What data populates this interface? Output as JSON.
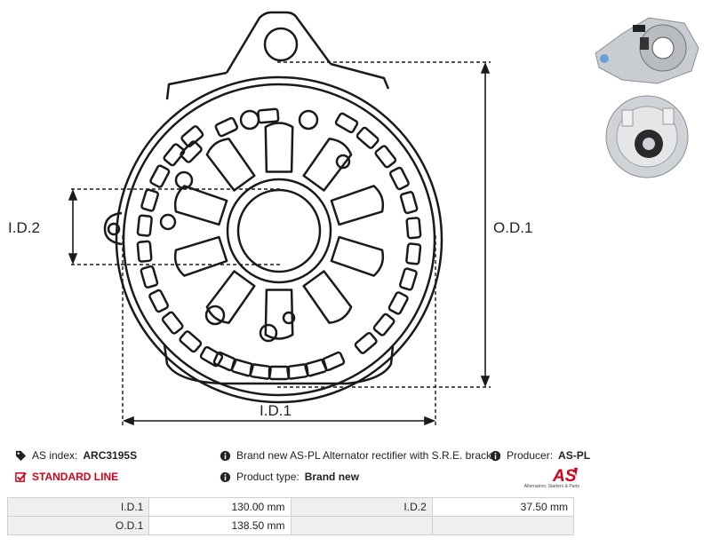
{
  "drawing": {
    "labels": {
      "id2": "I.D.2",
      "od1": "O.D.1",
      "id1": "I.D.1"
    }
  },
  "info": {
    "as_index_label": "AS index:",
    "as_index_value": "ARC3195S",
    "standard_line": "STANDARD LINE",
    "description": "Brand new AS-PL Alternator rectifier with S.R.E. bracket",
    "product_type_label": "Product type:",
    "product_type_value": "Brand new",
    "producer_label": "Producer:",
    "producer_value": "AS-PL",
    "logo_text": "AS",
    "logo_tagline": "Alternators, Starters & Parts"
  },
  "specs": {
    "rows": [
      {
        "label1": "I.D.1",
        "value1": "130.00 mm",
        "label2": "I.D.2",
        "value2": "37.50 mm"
      },
      {
        "label1": "O.D.1",
        "value1": "138.50 mm",
        "label2": "",
        "value2": ""
      }
    ]
  },
  "colors": {
    "accent_red": "#d0021b",
    "line": "#1a1a1a"
  }
}
